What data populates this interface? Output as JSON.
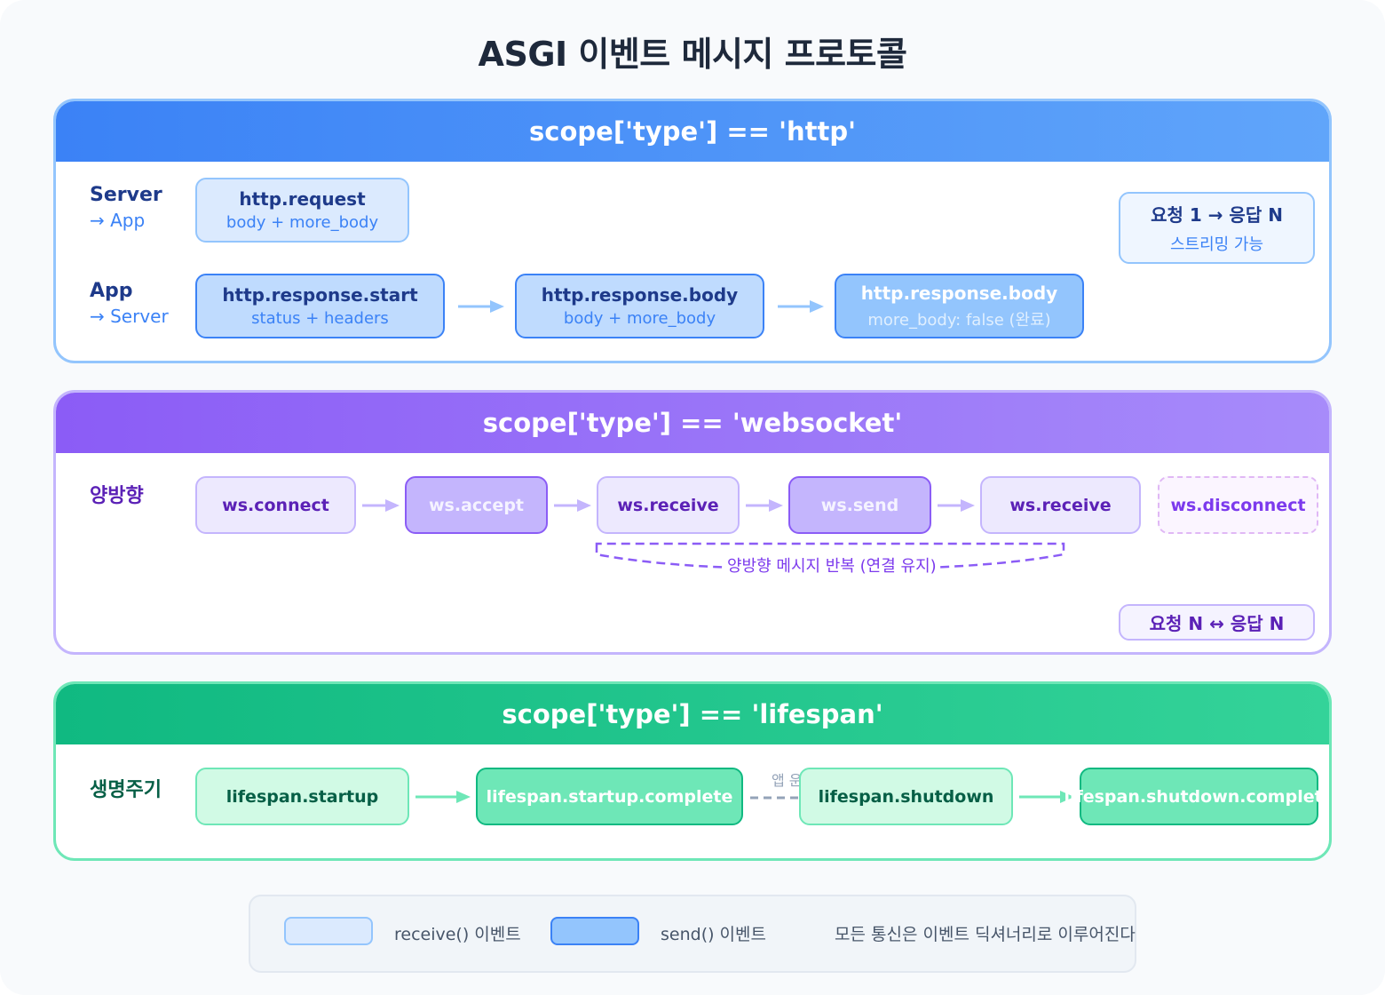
{
  "title": "ASGI 이벤트 메시지 프로토콜",
  "colors": {
    "http": "#3b82f6",
    "websocket": "#8b5cf6",
    "lifespan": "#10b981"
  },
  "http": {
    "header": "scope['type'] == 'http'",
    "server_to_app": {
      "role": "Server",
      "direction": "→ App"
    },
    "app_to_server": {
      "role": "App",
      "direction": "→ Server"
    },
    "request": {
      "name": "http.request",
      "sub": "body + more_body"
    },
    "responses": [
      {
        "name": "http.response.start",
        "sub": "status + headers"
      },
      {
        "name": "http.response.body",
        "sub": "body + more_body"
      },
      {
        "name": "http.response.body",
        "sub": "more_body: false (완료)"
      }
    ],
    "note": {
      "title": "요청 1 → 응답 N",
      "sub": "스트리밍 가능"
    }
  },
  "websocket": {
    "header": "scope['type'] == 'websocket'",
    "row_label": "양방향",
    "events": [
      {
        "name": "ws.connect",
        "kind": "receive"
      },
      {
        "name": "ws.accept",
        "kind": "send"
      },
      {
        "name": "ws.receive",
        "kind": "receive"
      },
      {
        "name": "ws.send",
        "kind": "send"
      },
      {
        "name": "ws.receive",
        "kind": "receive"
      },
      {
        "name": "ws.disconnect",
        "kind": "disconnect"
      }
    ],
    "loop_label": "양방향 메시지 반복 (연결 유지)",
    "note": "요청 N ↔ 응답 N"
  },
  "lifespan": {
    "header": "scope['type'] == 'lifespan'",
    "row_label": "생명주기",
    "events": [
      {
        "name": "lifespan.startup",
        "kind": "receive"
      },
      {
        "name": "lifespan.startup.complete",
        "kind": "send"
      },
      {
        "name": "lifespan.shutdown",
        "kind": "receive"
      },
      {
        "name": "lifespan.shutdown.complete",
        "kind": "send"
      }
    ],
    "running_label": "앱 운"
  },
  "legend": {
    "receive": "receive() 이벤트",
    "send": "send() 이벤트",
    "note": "모든 통신은 이벤트 딕셔너리로 이루어진다"
  }
}
